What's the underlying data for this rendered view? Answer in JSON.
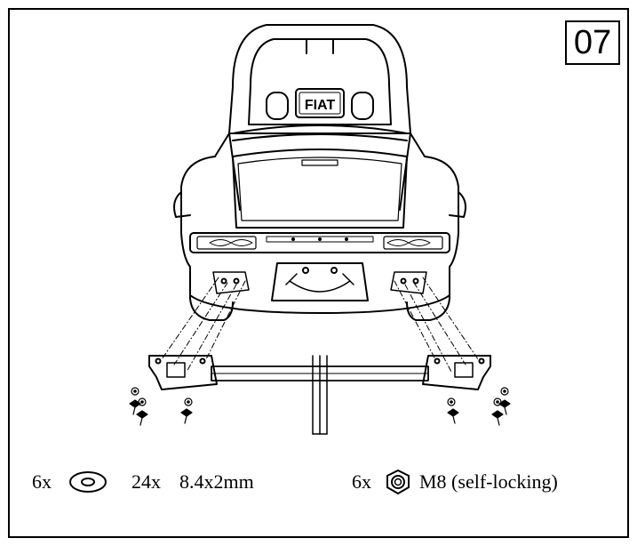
{
  "step": {
    "number": "07"
  },
  "car": {
    "badge": "FIAT"
  },
  "parts": [
    {
      "quantity": "6x",
      "icon": "washer-icon",
      "quantity2": "24x",
      "spec": "8.4x2mm"
    },
    {
      "quantity": "6x",
      "icon": "nut-icon",
      "spec": "M8 (self-locking)"
    }
  ]
}
